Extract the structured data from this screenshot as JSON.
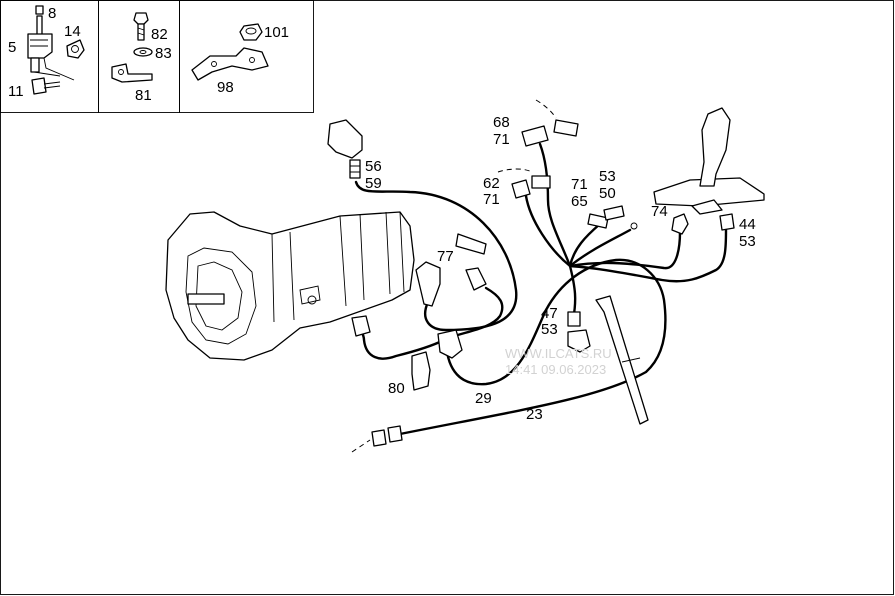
{
  "labels": {
    "p8": "8",
    "p5": "5",
    "p14": "14",
    "p11": "11",
    "p82": "82",
    "p83": "83",
    "p81": "81",
    "p101": "101",
    "p98": "98",
    "p68": "68",
    "p71a": "71",
    "p56": "56",
    "p59": "59",
    "p62": "62",
    "p71b": "71",
    "p71c": "71",
    "p53a": "53",
    "p65": "65",
    "p50": "50",
    "p74": "74",
    "p44": "44",
    "p53b": "53",
    "p77": "77",
    "p47": "47",
    "p53c": "53",
    "p80": "80",
    "p29": "29",
    "p23": "23"
  },
  "watermark": {
    "line1": "WWW.ILCATS.RU",
    "line2": "14:41 09.06.2023"
  }
}
